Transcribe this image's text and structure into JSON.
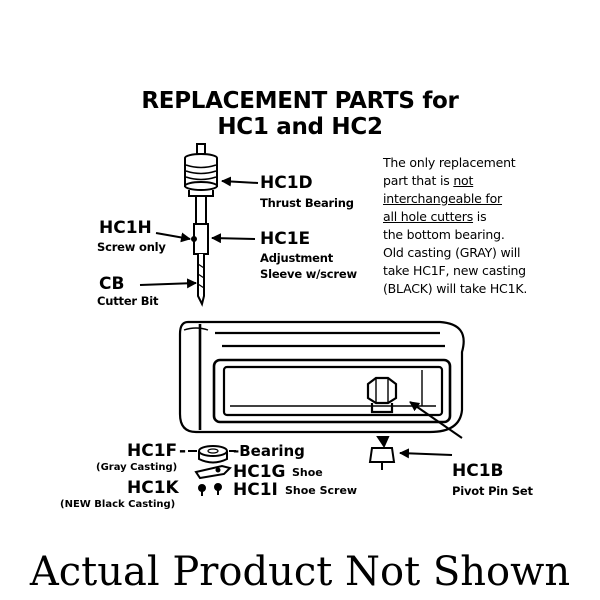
{
  "title": {
    "line1": "REPLACEMENT PARTS for",
    "line2": "HC1 and HC2"
  },
  "parts": {
    "hc1d": {
      "code": "HC1D",
      "desc": "Thrust Bearing"
    },
    "hc1h": {
      "code": "HC1H",
      "desc": "Screw only"
    },
    "hc1e": {
      "code": "HC1E",
      "desc1": "Adjustment",
      "desc2": "Sleeve w/screw"
    },
    "cb": {
      "code": "CB",
      "desc": "Cutter Bit"
    },
    "hc1f": {
      "code": "HC1F",
      "sep": "-",
      "desc": "-Bearing",
      "note": "(Gray Casting)"
    },
    "hc1k": {
      "code": "HC1K",
      "note": "(NEW Black Casting)"
    },
    "hc1g": {
      "code": "HC1G",
      "desc": "Shoe"
    },
    "hc1i": {
      "code": "HC1I",
      "desc": "Shoe Screw"
    },
    "hc1b": {
      "code": "HC1B",
      "desc": "Pivot Pin Set"
    }
  },
  "note": {
    "l1": "The only replacement",
    "l2a": "part that is ",
    "l2b": "not",
    "l3": "interchangeable for",
    "l4a": "all hole cutters",
    "l4b": " is",
    "l5": "the bottom bearing.",
    "l6": "Old casting (GRAY) will",
    "l7": "take HC1F, new casting",
    "l8": "(BLACK) will take HC1K."
  },
  "footer": "Actual Product Not Shown"
}
